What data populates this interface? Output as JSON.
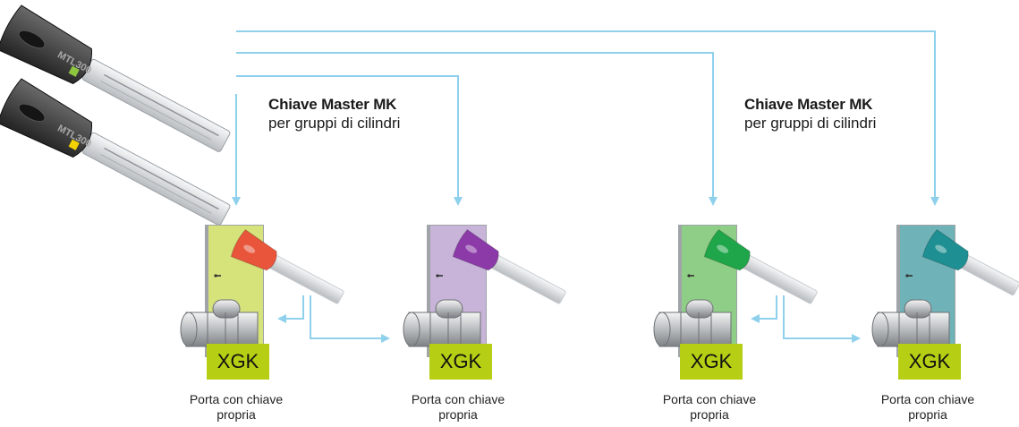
{
  "colors": {
    "connector": "#8fd0ec",
    "badge": "#b6cf14",
    "key_body": "#3a3a3a",
    "blade": "#d9dde0"
  },
  "master_keys": [
    {
      "logo_text": "MTL300",
      "chip_color": "#8dc63f"
    },
    {
      "logo_text": "MTL300",
      "chip_color": "#f2d200"
    }
  ],
  "groups": [
    {
      "title": "Chiave Master MK",
      "subtitle": "per gruppi di cilindri"
    },
    {
      "title": "Chiave Master MK",
      "subtitle": "per gruppi di cilindri"
    }
  ],
  "doors": [
    {
      "door_color": "#d6e27a",
      "key_color": "#e8553a",
      "badge": "XGK",
      "caption_line1": "Porta con chiave",
      "caption_line2": "propria"
    },
    {
      "door_color": "#c7b4d8",
      "key_color": "#8b3aa8",
      "badge": "XGK",
      "caption_line1": "Porta con chiave",
      "caption_line2": "propria"
    },
    {
      "door_color": "#8fce86",
      "key_color": "#20a64a",
      "badge": "XGK",
      "caption_line1": "Porta con chiave",
      "caption_line2": "propria"
    },
    {
      "door_color": "#6fb2b7",
      "key_color": "#1e8f92",
      "badge": "XGK",
      "caption_line1": "Porta con chiave",
      "caption_line2": "propria"
    }
  ]
}
